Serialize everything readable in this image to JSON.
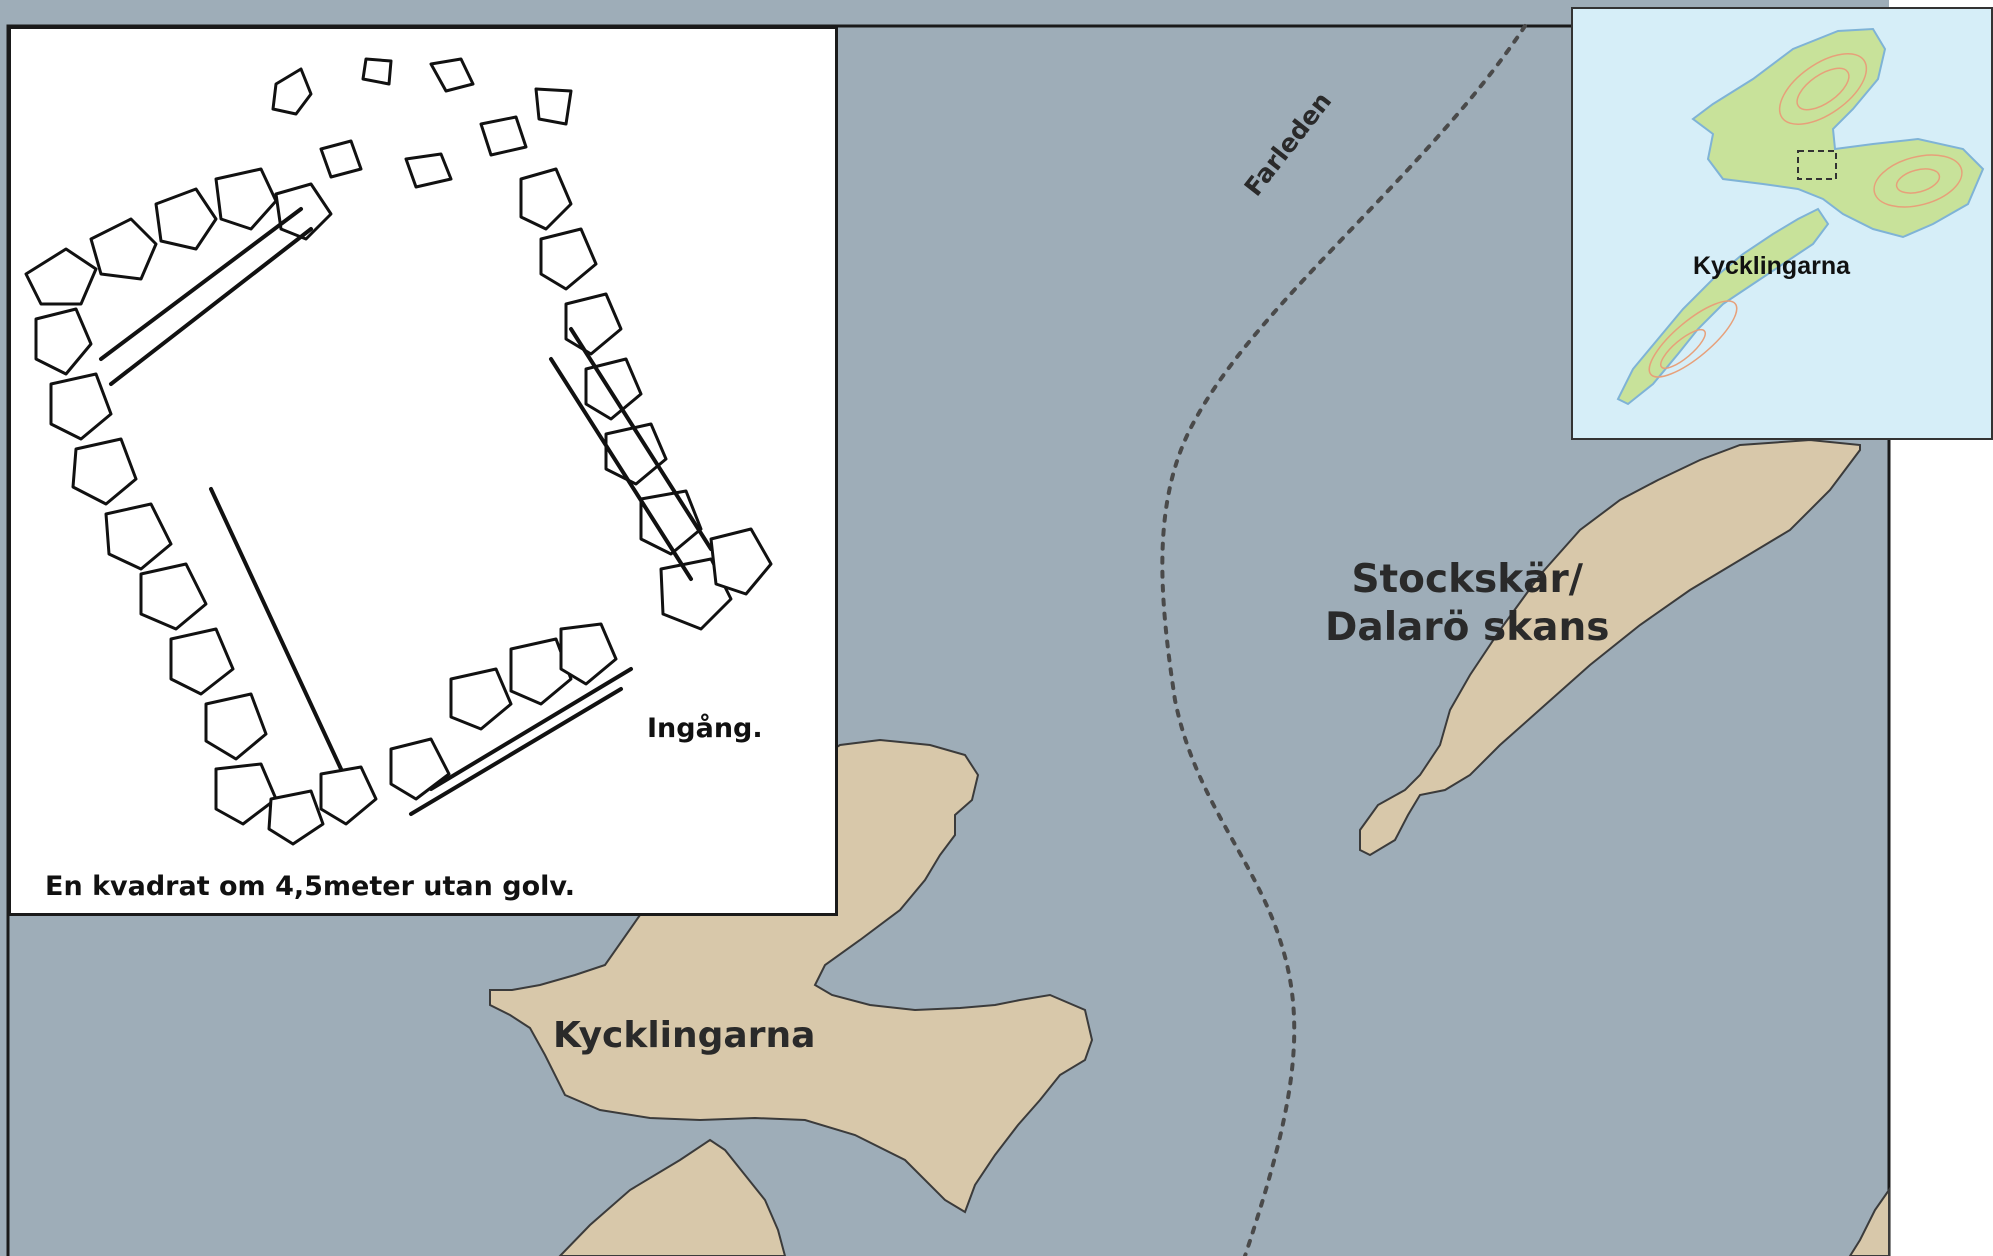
{
  "labels": {
    "kycklingarna": "Kycklingarna",
    "stockskar_line1": "Stockskär/",
    "stockskar_line2": "Dalarö skans",
    "farleden": "Farleden"
  },
  "sketch": {
    "caption": "En kvadrat om 4,5meter utan golv.",
    "entrance": "Ingång."
  },
  "overview": {
    "label": "Kycklingarna"
  },
  "colors": {
    "water": "#9eadb8",
    "land": "#d8c8aa",
    "coast": "#3b3b3b",
    "overview_water": "#d6eef8",
    "overview_land": "#c8e29a",
    "overview_contour": "#e7a07a"
  }
}
